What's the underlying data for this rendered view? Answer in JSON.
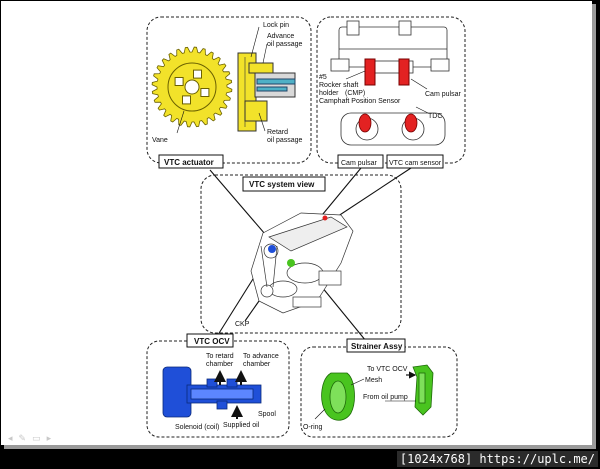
{
  "colors": {
    "gear": "#f2e22a",
    "ocv_body": "#1f4fd8",
    "strainer": "#49c41f",
    "cam_red": "#e32222",
    "page_bg": "#ffffff",
    "outer_bg": "#000000"
  },
  "actuator": {
    "box_label": "VTC actuator",
    "lock_pin": "Lock pin",
    "advance_oil_passage": [
      "Advance",
      "oil passage"
    ],
    "retard_oil_passage": [
      "Retard",
      "oil passage"
    ],
    "vane": "Vane"
  },
  "cam_sensor": {
    "rocker_shaft_holder": [
      "#5",
      "Rocker shaft",
      "holder"
    ],
    "cmp": "(CMP)",
    "cmp_full": "Camphaft Position Sensor",
    "cam_pulsar": "Cam pulsar",
    "tdc": "TDC",
    "tag_cam_pulsar": "Cam pulsar",
    "tag_vtc_cam_sensor": "VTC cam sensor"
  },
  "system_view": {
    "title": "VTC system view",
    "ckp": "CKP"
  },
  "ocv": {
    "box_label": "VTC OCV",
    "to_retard_chamber": [
      "To retard",
      "chamber"
    ],
    "to_advance_chamber": [
      "To advance",
      "chamber"
    ],
    "solenoid": "Solenoid (coil)",
    "supplied_oil": "Supplied oil",
    "spool": "Spool"
  },
  "strainer": {
    "box_label": "Strainer Assy",
    "to_vtc_ocv": "To VTC OCV",
    "mesh": "Mesh",
    "from_oil_pump": "From oil pump",
    "o_ring": "O-ring"
  },
  "watermark": "[1024x768] https://uplc.me/",
  "footer_icons": [
    "arrow-icon",
    "pen-icon",
    "slides-icon",
    "menu-icon"
  ]
}
